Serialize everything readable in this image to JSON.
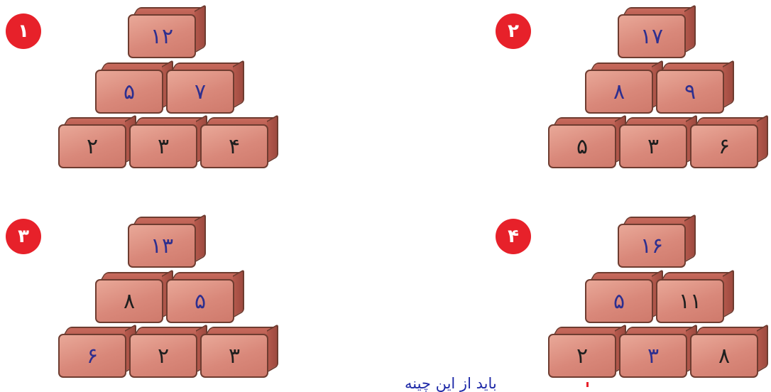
{
  "footer": {
    "text": "باید از این چینه"
  },
  "pyramids": [
    {
      "badge": "۱",
      "top": "۱۲",
      "middle": [
        "۵",
        "۷"
      ],
      "bottom": [
        "۲",
        "۳",
        "۴"
      ]
    },
    {
      "badge": "۲",
      "top": "۱۷",
      "middle": [
        "۸",
        "۹"
      ],
      "bottom": [
        "۵",
        "۳",
        "۶"
      ]
    },
    {
      "badge": "۳",
      "top": "۱۳",
      "middle": [
        "۸",
        "۵"
      ],
      "bottom": [
        "۶",
        "۲",
        "۳"
      ]
    },
    {
      "badge": "۴",
      "top": "۱۶",
      "middle": [
        "۵",
        "۱۱"
      ],
      "bottom": [
        "۲",
        "۳",
        "۸"
      ]
    }
  ]
}
